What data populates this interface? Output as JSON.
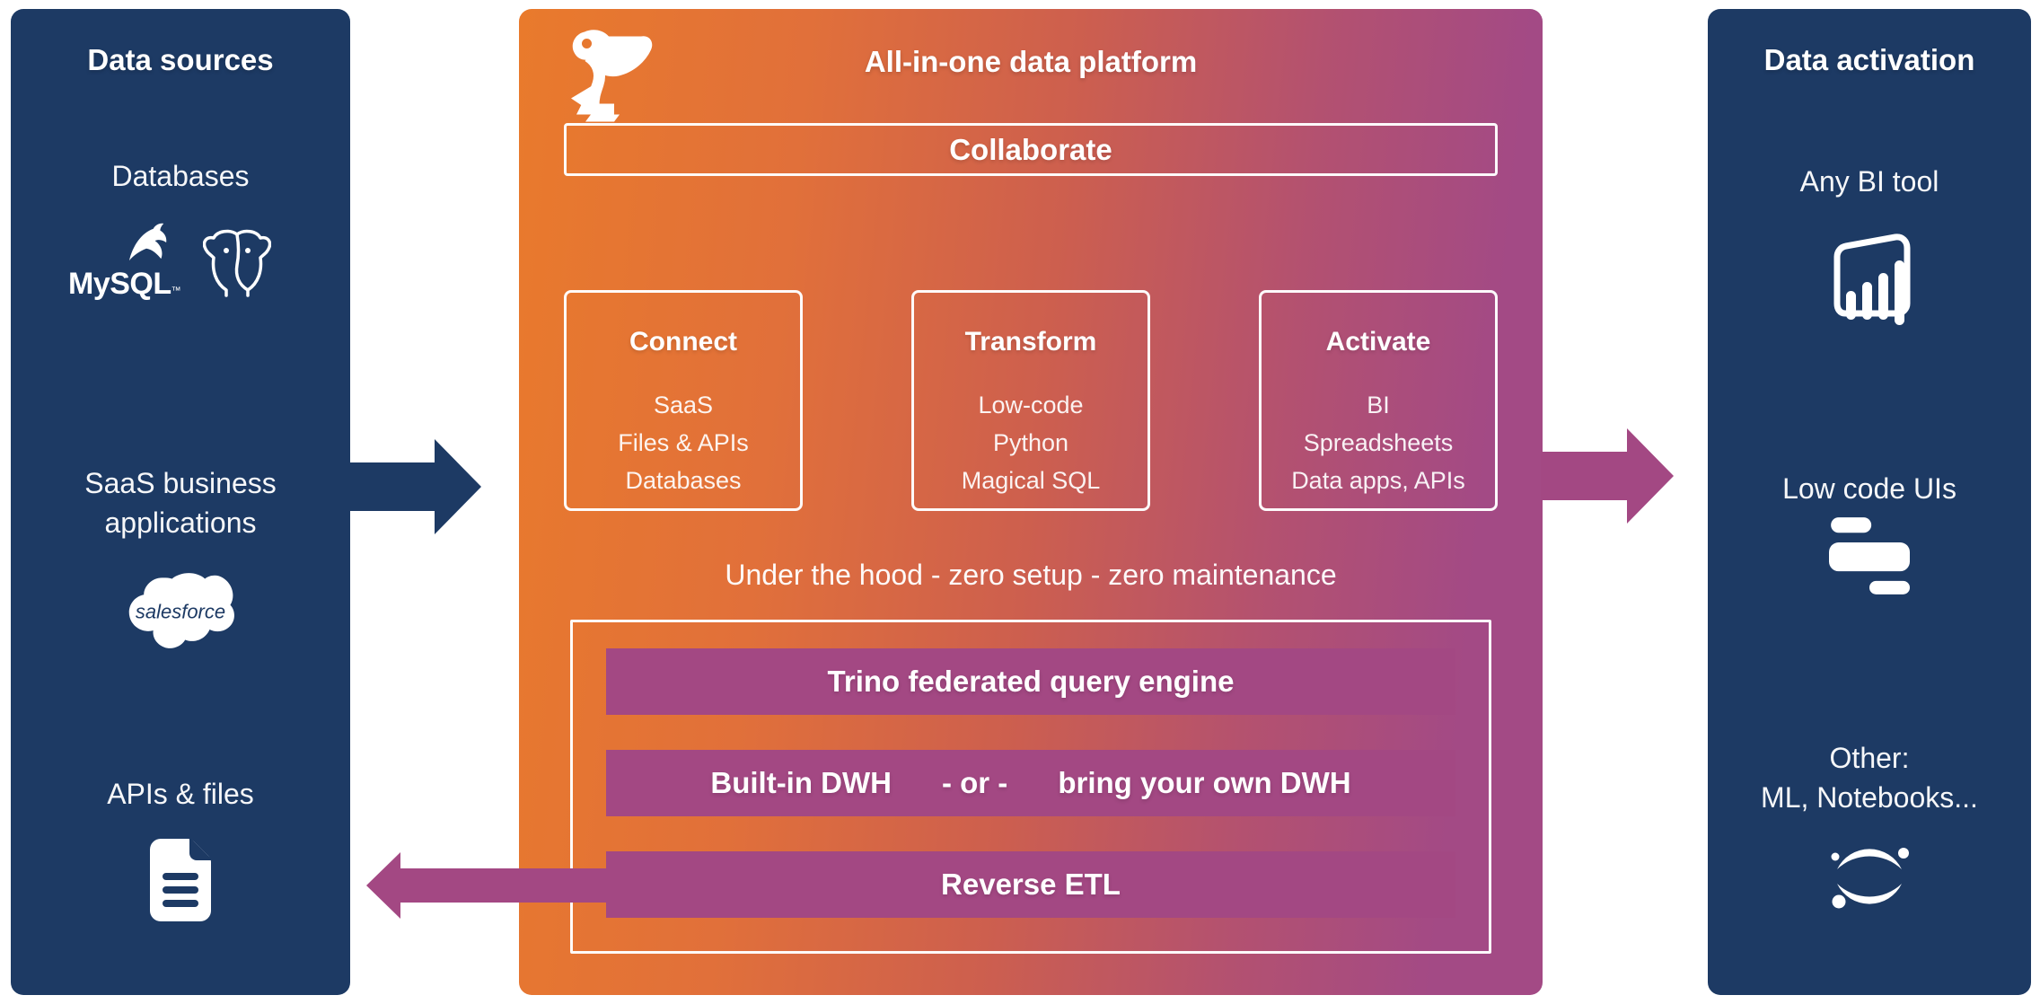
{
  "colors": {
    "navy": "#1d3a64",
    "orange": "#e8762e",
    "purple_accent": "#a34883",
    "white": "#ffffff"
  },
  "left": {
    "title": "Data sources",
    "databases_label": "Databases",
    "mysql_text": "MySQL",
    "mysql_tm": "™",
    "saas_label_line1": "SaaS business",
    "saas_label_line2": "applications",
    "salesforce_text": "salesforce",
    "apis_label": "APIs & files"
  },
  "center": {
    "title": "All-in-one data platform",
    "collaborate_label": "Collaborate",
    "boxes": [
      {
        "title": "Connect",
        "items": [
          "SaaS",
          "Files & APIs",
          "Databases"
        ]
      },
      {
        "title": "Transform",
        "items": [
          "Low-code",
          "Python",
          "Magical SQL"
        ]
      },
      {
        "title": "Activate",
        "items": [
          "BI",
          "Spreadsheets",
          "Data apps, APIs"
        ]
      }
    ],
    "under_hood_label": "Under the hood - zero setup - zero maintenance",
    "trino_label": "Trino federated query engine",
    "dwh_left": "Built-in DWH",
    "dwh_or": "- or -",
    "dwh_right": "bring your own DWH",
    "reverse_label": "Reverse ETL"
  },
  "right": {
    "title": "Data activation",
    "bi_label": "Any BI tool",
    "lowcode_label": "Low code UIs",
    "other_label_line1": "Other:",
    "other_label_line2": "ML, Notebooks..."
  },
  "icons": {
    "left": [
      "mysql-dolphin-icon",
      "postgresql-elephant-icon",
      "salesforce-cloud-icon",
      "document-icon"
    ],
    "center": [
      "pelican-logo-icon",
      "arrow-right-icon",
      "arrow-left-icon"
    ],
    "right": [
      "powerbi-icon",
      "lowcode-blocks-icon",
      "jupyter-icon"
    ]
  }
}
